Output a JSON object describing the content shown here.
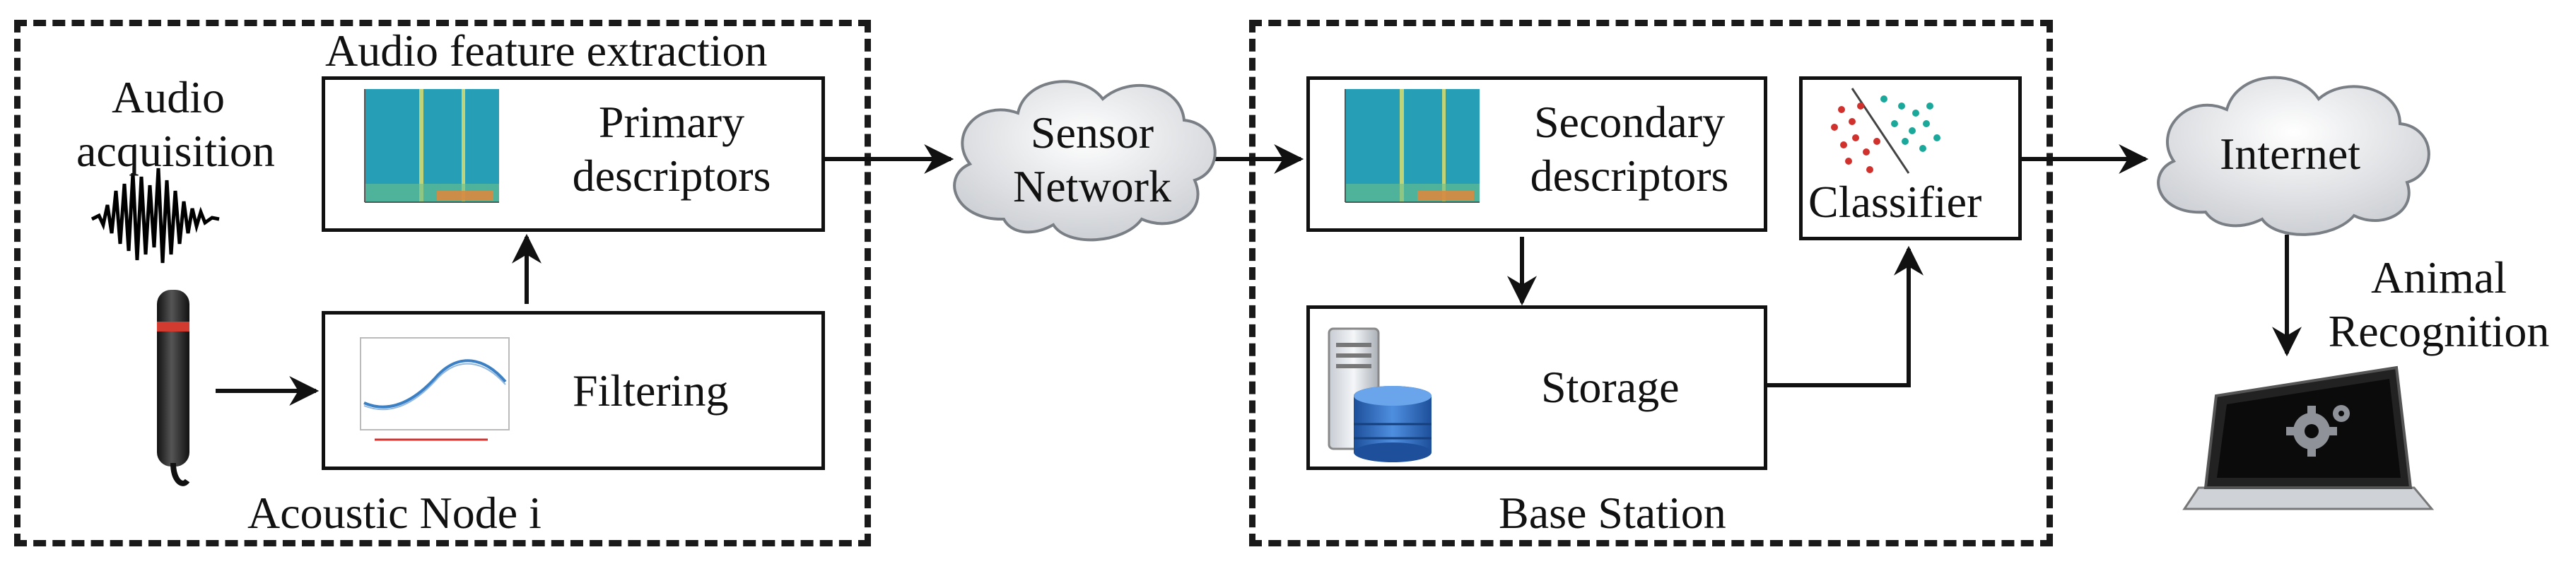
{
  "acoustic_node": {
    "label": "Acoustic Node i",
    "audio_acquisition": [
      "Audio",
      "acquisition"
    ],
    "feature_extraction_title": "Audio feature extraction",
    "primary_descriptors": [
      "Primary",
      "descriptors"
    ],
    "filtering": "Filtering"
  },
  "sensor_network": [
    "Sensor",
    "Network"
  ],
  "base_station": {
    "label": "Base Station",
    "secondary_descriptors": [
      "Secondary",
      "descriptors"
    ],
    "storage": "Storage",
    "classifier": "Classifier"
  },
  "internet": "Internet",
  "animal_recognition": [
    "Animal",
    "Recognition"
  ],
  "colors": {
    "spectrogram_bg": "#2aa6b8",
    "classifier_red": "#d0312d",
    "classifier_teal": "#1aa89a",
    "filter_curve": "#3b7fc4"
  }
}
